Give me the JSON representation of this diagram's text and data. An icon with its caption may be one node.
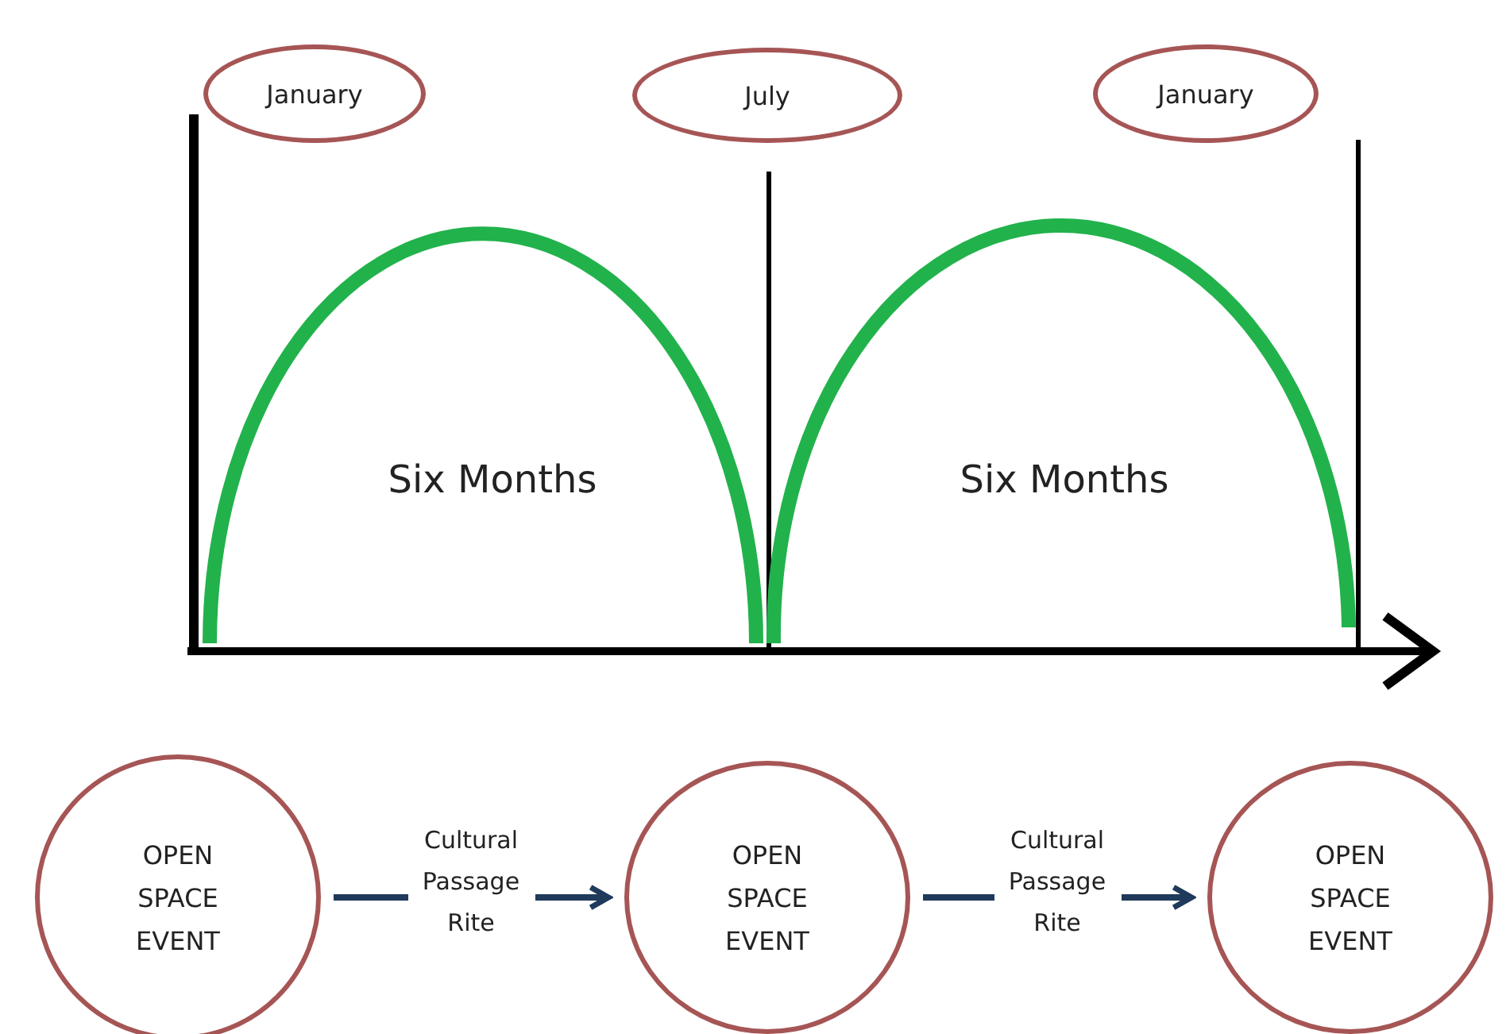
{
  "diagram": {
    "nodes": [
      {
        "text": [
          "January"
        ]
      },
      {
        "text": [
          "July"
        ]
      },
      {
        "text": [
          "January"
        ]
      },
      {
        "text": [
          "OPEN SPACE EVENT"
        ]
      },
      {
        "text": [
          "OPEN SPACE EVENT"
        ]
      },
      {
        "text": [
          "OPEN SPACE EVENT"
        ]
      }
    ],
    "edges": [
      {
        "from": 3,
        "to": 4,
        "arrow": "to",
        "label": "Cultural Passage Rite"
      },
      {
        "from": 4,
        "to": 5,
        "arrow": "to",
        "label": "Cultural Passage Rite"
      }
    ],
    "labels": [
      "Six Months",
      "Six Months"
    ]
  }
}
